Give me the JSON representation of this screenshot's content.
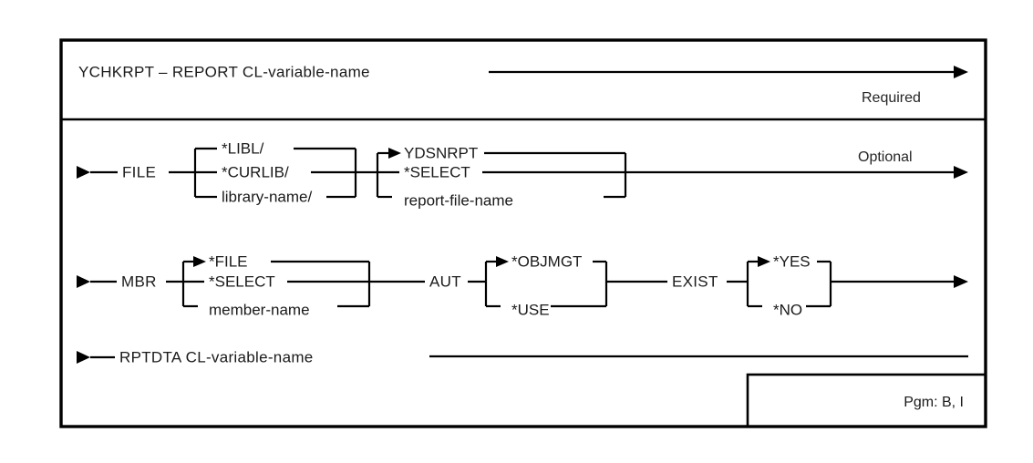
{
  "diagram": {
    "title": "YCHKRPT syntax diagram",
    "command_name": "YCHKRPT",
    "separator_dash": "–",
    "sections": {
      "required_label": "Required",
      "optional_label": "Optional"
    },
    "footer": {
      "pgm_label": "Pgm: B, I"
    },
    "rows": [
      {
        "id": "command-row",
        "kind": "required",
        "keyword": "YCHKRPT",
        "dash": "–",
        "parameter": "REPORT",
        "value": "CL-variable-name",
        "full_text": "YCHKRPT – REPORT CL-variable-name",
        "has_end_arrow": true
      },
      {
        "id": "file-row",
        "kind": "optional",
        "keyword": "FILE",
        "has_start_arrow": true,
        "has_end_arrow": true,
        "groups": [
          {
            "id": "library-qualifier",
            "options": [
              {
                "text": "*LIBL/",
                "default": false
              },
              {
                "text": "*CURLIB/",
                "default": false
              },
              {
                "text": "library-name/",
                "default": false
              }
            ]
          },
          {
            "id": "report-file",
            "options": [
              {
                "text": "YDSNRPT",
                "default": true
              },
              {
                "text": "*SELECT",
                "default": false
              },
              {
                "text": "report-file-name",
                "default": false
              }
            ]
          }
        ]
      },
      {
        "id": "mbr-row",
        "kind": "optional",
        "has_start_arrow": true,
        "has_end_arrow": true,
        "keywords": [
          "MBR",
          "AUT",
          "EXIST"
        ],
        "groups": [
          {
            "id": "mbr-values",
            "keyword": "MBR",
            "options": [
              {
                "text": "*FILE",
                "default": true
              },
              {
                "text": "*SELECT",
                "default": false
              },
              {
                "text": "member-name",
                "default": false
              }
            ]
          },
          {
            "id": "aut-values",
            "keyword": "AUT",
            "options": [
              {
                "text": "*OBJMGT",
                "default": true
              },
              {
                "text": "*USE",
                "default": false
              }
            ]
          },
          {
            "id": "exist-values",
            "keyword": "EXIST",
            "options": [
              {
                "text": "*YES",
                "default": true
              },
              {
                "text": "*NO",
                "default": false
              }
            ]
          }
        ]
      },
      {
        "id": "rptdta-row",
        "kind": "optional",
        "has_start_arrow": true,
        "has_end_arrow": false,
        "keyword": "RPTDTA",
        "value": "CL-variable-name",
        "full_text": "RPTDTA CL-variable-name"
      }
    ]
  },
  "colors": {
    "line": "#000000",
    "text": "#1a1a1a",
    "background": "#ffffff"
  }
}
